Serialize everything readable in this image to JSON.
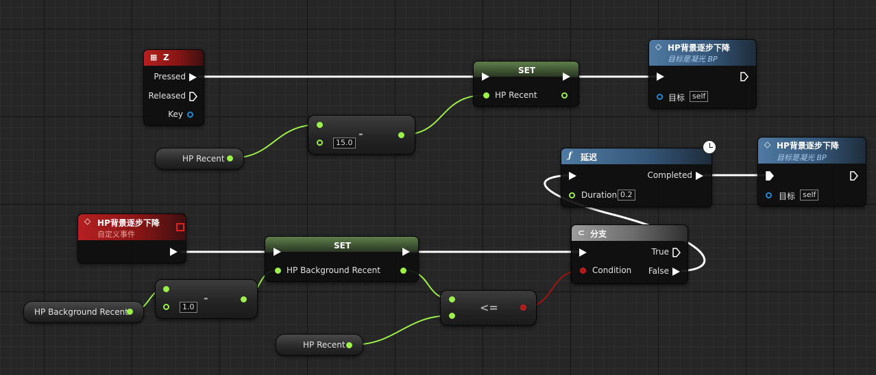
{
  "colors": {
    "exec_wire": "#ffffff",
    "float_wire": "#9bf04a",
    "bool_wire": "#a01515",
    "event_header": "#b52020",
    "function_header": "#4f7aa2",
    "branch_header": "#9c9c9c",
    "set_header": "#5f7f4a"
  },
  "nodes": {
    "key_event": {
      "icon": "keyboard-icon",
      "title": "Z",
      "pins": {
        "pressed": "Pressed",
        "released": "Released",
        "key": "Key"
      }
    },
    "set_hp_recent": {
      "title": "SET",
      "pin_label": "HP Recent"
    },
    "call_hp_bg_1": {
      "icon": "function-diamond-icon",
      "title": "HP背景逐步下降",
      "subtitle": "目标是凝光 BP",
      "target_label": "目标",
      "target_value": "self"
    },
    "var_hp_recent_1": {
      "label": "HP Recent"
    },
    "subtract_1": {
      "symbol": "-",
      "value": "15.0"
    },
    "delay": {
      "icon": "function-f-icon",
      "title": "延迟",
      "completed_label": "Completed",
      "duration_label": "Duration",
      "duration_value": "0.2"
    },
    "call_hp_bg_2": {
      "icon": "function-diamond-icon",
      "title": "HP背景逐步下降",
      "subtitle": "目标是凝光 BP",
      "target_label": "目标",
      "target_value": "self"
    },
    "custom_event": {
      "icon": "event-diamond-icon",
      "title": "HP背景逐步下降",
      "subtitle": "自定义事件"
    },
    "set_hp_background": {
      "title": "SET",
      "pin_label": "HP Background Recent"
    },
    "branch": {
      "icon": "branch-icon",
      "title": "分支",
      "true_label": "True",
      "false_label": "False",
      "condition_label": "Condition"
    },
    "subtract_2": {
      "symbol": "-",
      "value": "1.0"
    },
    "var_hp_background": {
      "label": "HP Background Recent"
    },
    "compare": {
      "symbol": "<="
    },
    "var_hp_recent_2": {
      "label": "HP Recent"
    }
  }
}
